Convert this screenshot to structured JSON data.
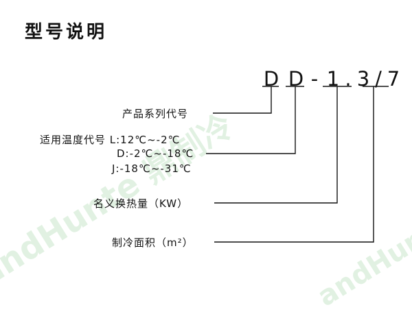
{
  "header": {
    "title": "型号说明"
  },
  "model_code": {
    "chars": [
      "D",
      "D",
      "-",
      "1",
      ".",
      "3",
      "/",
      "7"
    ]
  },
  "labels": {
    "product_series": "产品系列代号",
    "temp_code_title": "适用温度代号 L:12℃~-2℃",
    "temp_code_d": "D:-2℃~-18℃",
    "temp_code_j": "J:-18℃~-31℃",
    "heat_exchange": "名义换热量（KW）",
    "cooling_area": "制冷面积（m²）"
  },
  "watermark": {
    "text": "andHunte 鼎制冷"
  },
  "colors": {
    "line": "#111111",
    "watermark": "#4caf50"
  }
}
